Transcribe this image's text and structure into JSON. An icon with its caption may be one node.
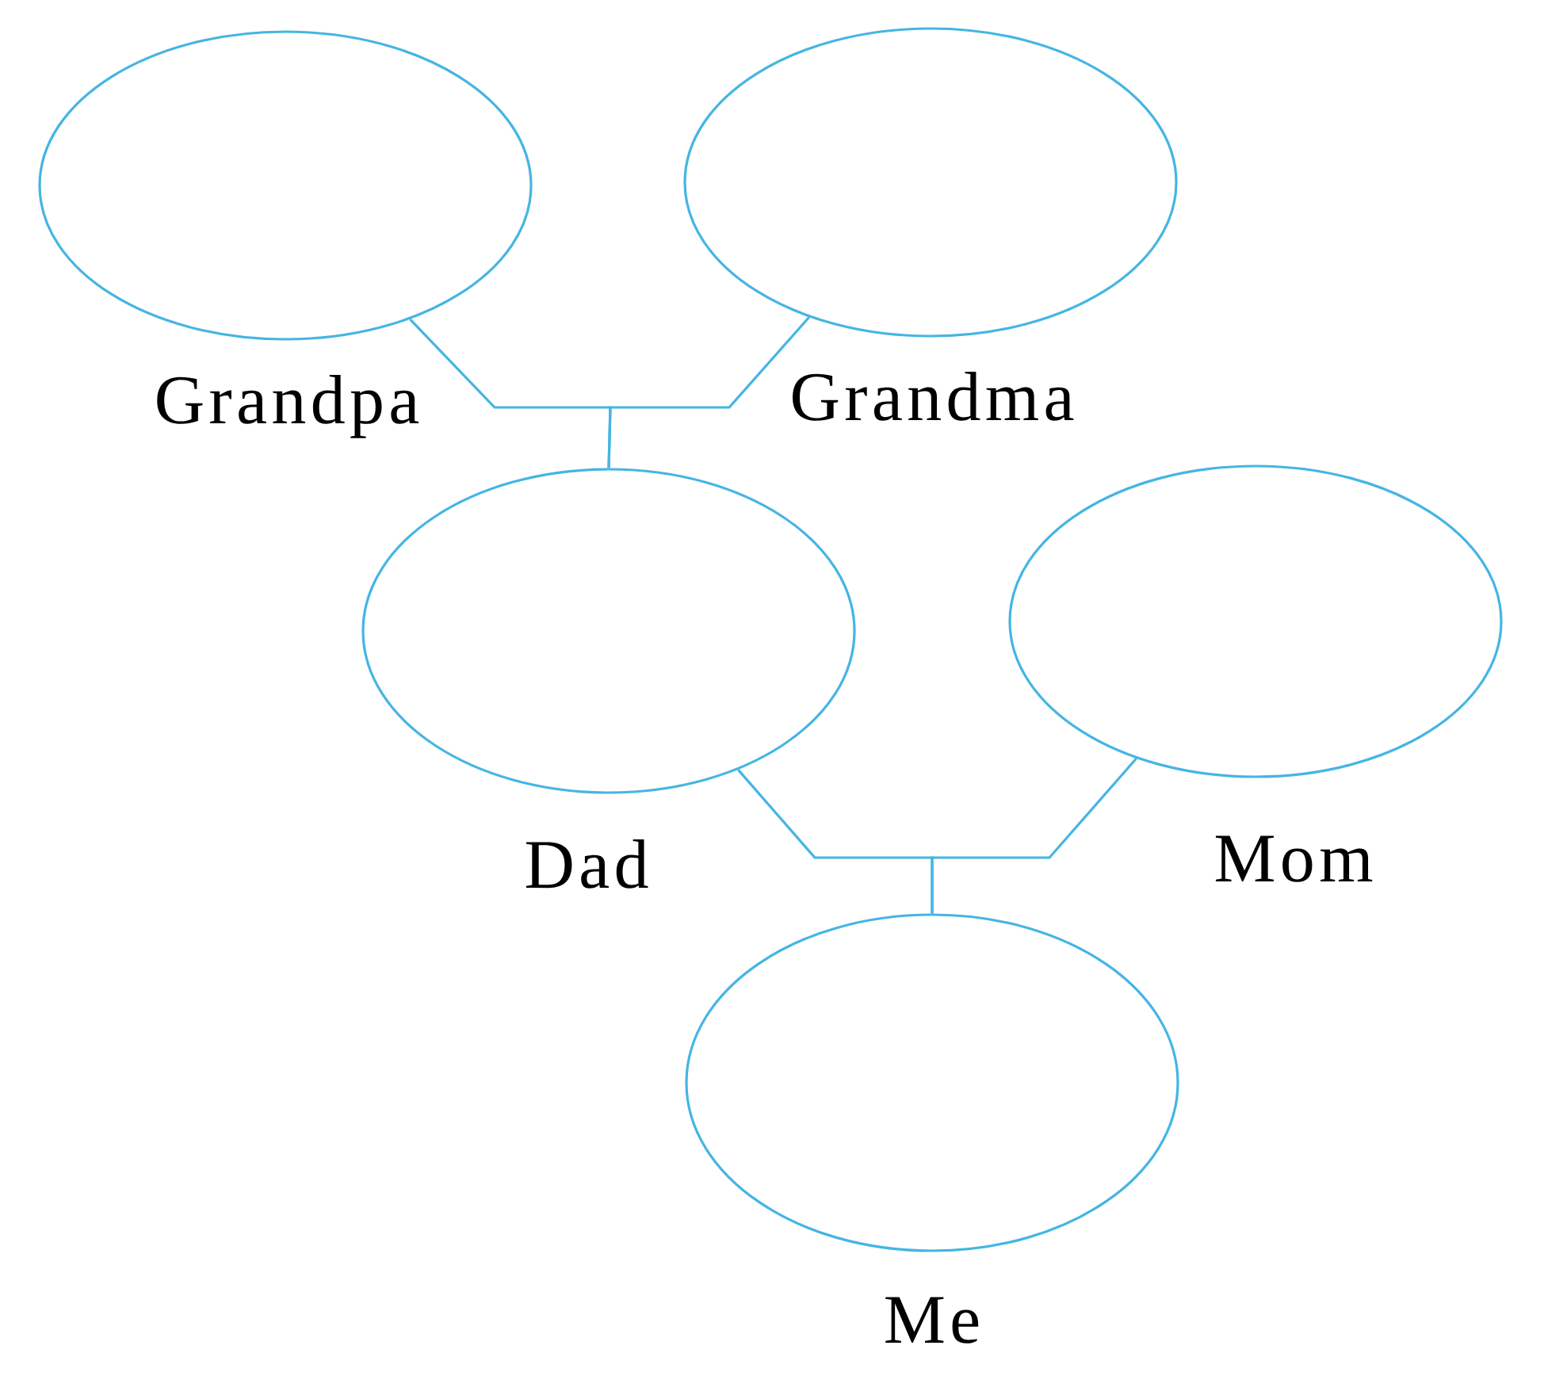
{
  "diagram": {
    "nodes": [
      {
        "text": [
          "Grandpa"
        ]
      },
      {
        "text": [
          "Grandma"
        ]
      },
      {
        "text": [
          "Dad"
        ]
      },
      {
        "text": [
          "Mom"
        ]
      },
      {
        "text": [
          "Me"
        ]
      }
    ],
    "edges": [
      {
        "from": 0,
        "to": 2,
        "arrow": "none"
      },
      {
        "from": 1,
        "to": 2,
        "arrow": "none"
      },
      {
        "from": 2,
        "to": 4,
        "arrow": "none"
      },
      {
        "from": 3,
        "to": 4,
        "arrow": "none"
      }
    ]
  }
}
